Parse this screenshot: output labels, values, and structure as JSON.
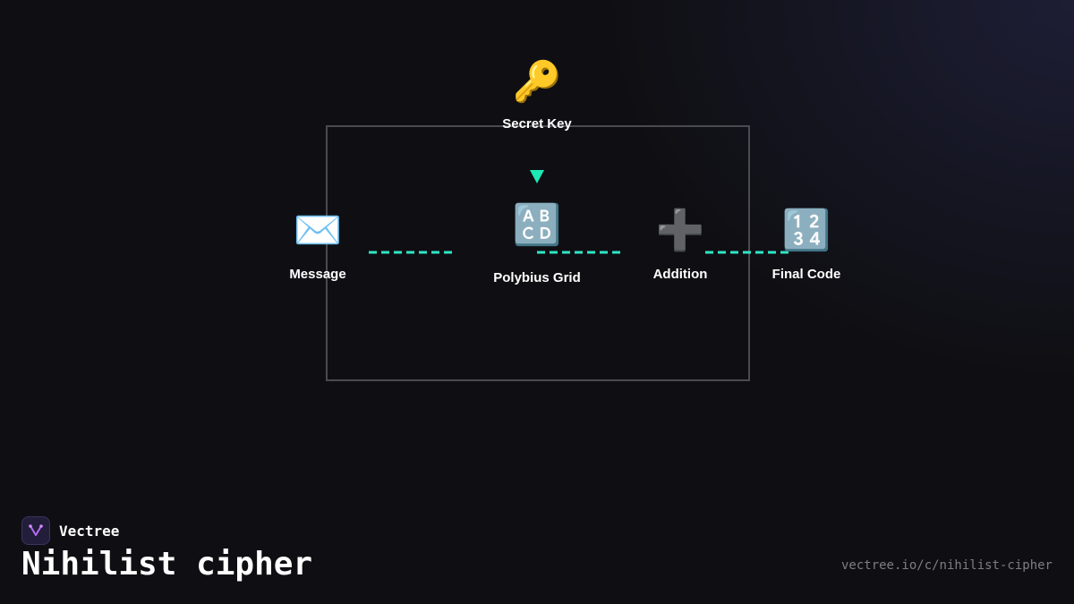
{
  "diagram": {
    "nodes": {
      "secret_key": {
        "icon": "key-icon",
        "glyph": "🔑",
        "label": "Secret Key"
      },
      "message": {
        "icon": "envelope-icon",
        "glyph": "✉️",
        "label": "Message"
      },
      "polybius_grid": {
        "icon": "abcd-icon",
        "glyph": "🔠",
        "label": "Polybius Grid"
      },
      "addition": {
        "icon": "plus-icon",
        "glyph": "➕",
        "label": "Addition"
      },
      "final_code": {
        "icon": "numbers-1234-icon",
        "glyph": "🔢",
        "label": "Final Code"
      }
    },
    "colors": {
      "dashed_connector": "#2ee6c4",
      "arrow_tail": "#f5c518",
      "arrow_head": "#1de9b6",
      "frame": "#4a4a4f"
    }
  },
  "brand": {
    "name": "Vectree",
    "logo_icon": "vectree-logo-icon"
  },
  "title": "Nihilist cipher",
  "url": "vectree.io/c/nihilist-cipher"
}
